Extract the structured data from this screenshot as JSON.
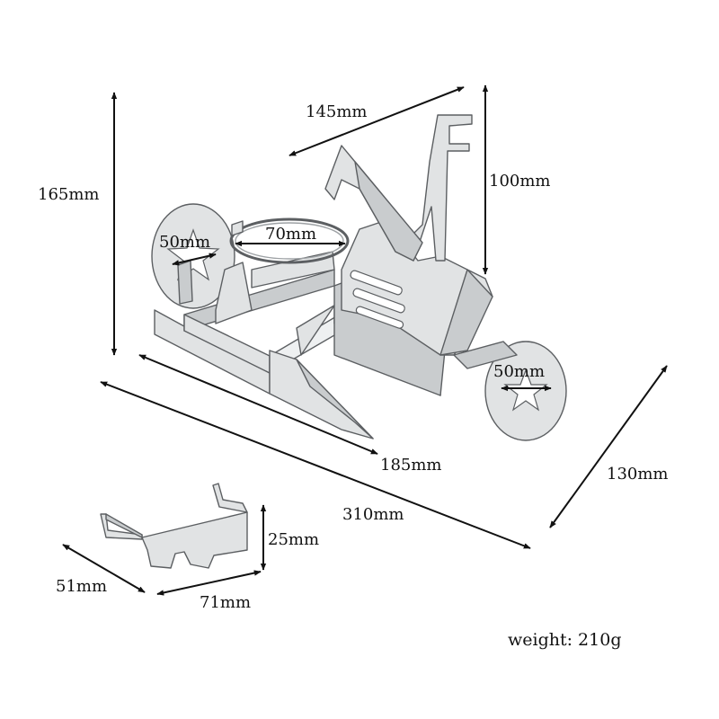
{
  "dimensions": {
    "top_width": "145mm",
    "handlebar_height": "100mm",
    "total_height": "165mm",
    "wheel_left": "50mm",
    "ring": "70mm",
    "wheel_right": "50mm",
    "base_length": "185mm",
    "total_length": "310mm",
    "depth": "130mm",
    "glasses_height": "25mm",
    "glasses_depth": "51mm",
    "glasses_width": "71mm"
  },
  "weight": "weight: 210g",
  "colors": {
    "metal": "#e1e3e4",
    "outline": "#5c5f62",
    "arrow": "#111111"
  }
}
